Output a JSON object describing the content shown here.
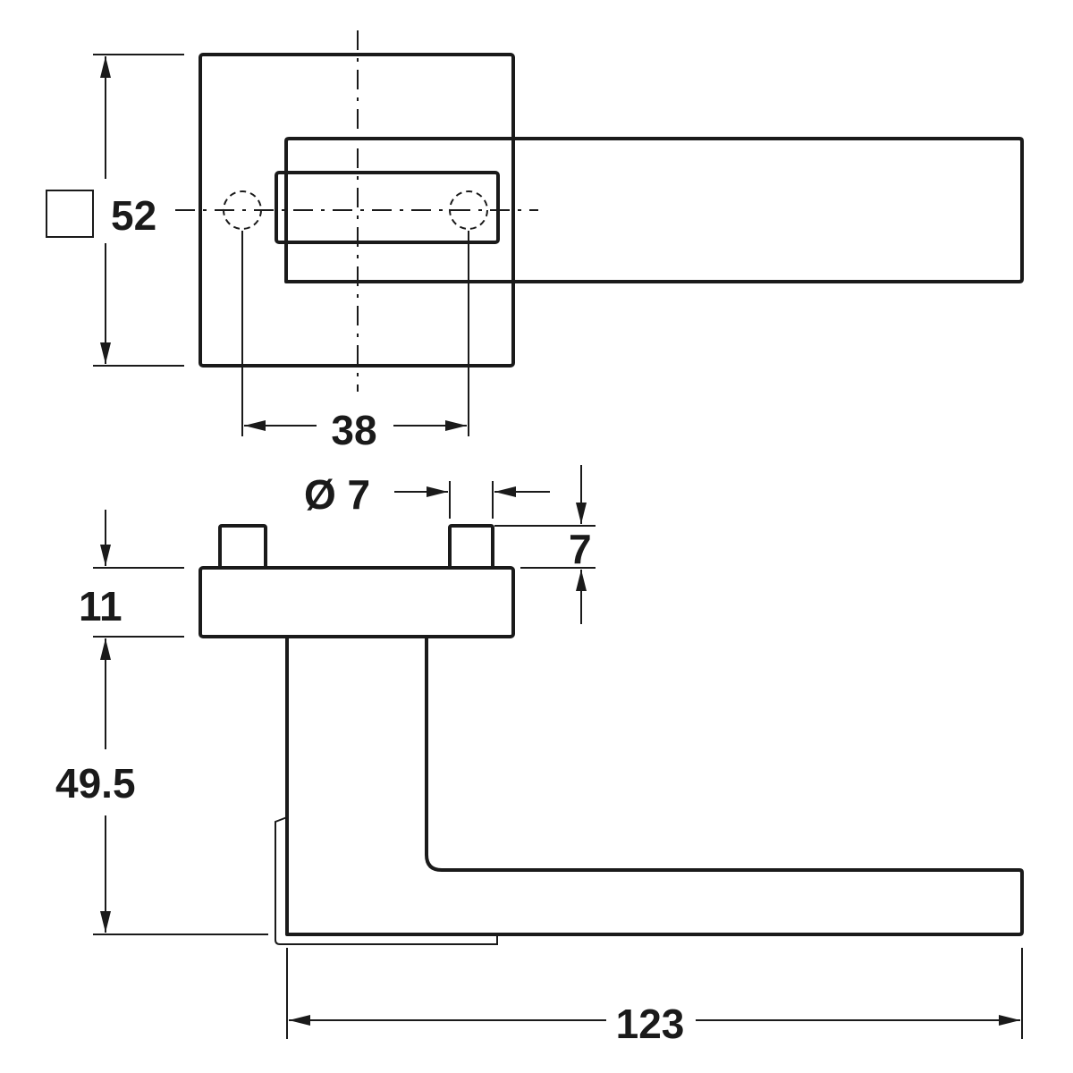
{
  "dimensions": {
    "rose_square": "52",
    "fixing_centres": "38",
    "pin_diameter": "Ø 7",
    "pin_height": "7",
    "rose_thickness": "11",
    "lever_offset": "49.5",
    "lever_length": "123"
  },
  "icons": {
    "square_section": "square-symbol-icon"
  }
}
